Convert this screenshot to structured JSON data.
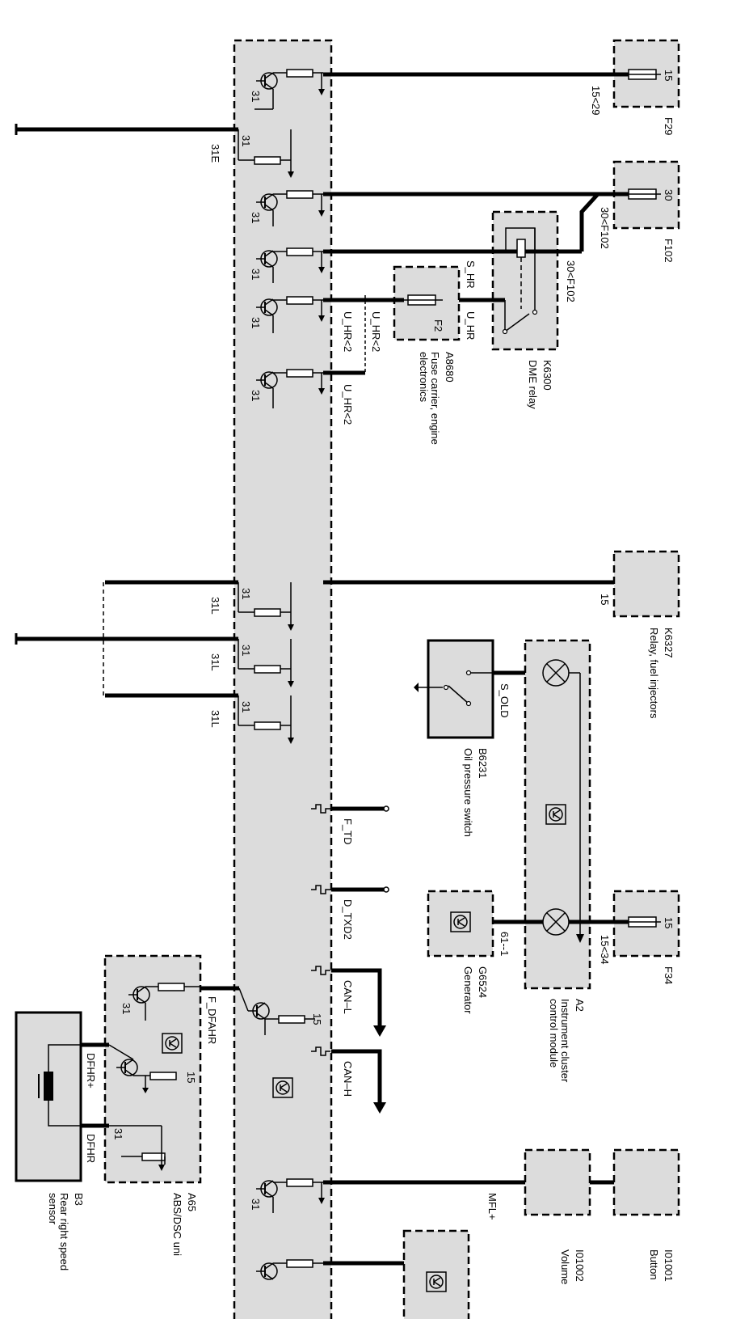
{
  "fuse_f29": {
    "id": "F29",
    "pin": "15",
    "wire": "15<29"
  },
  "fuse_f102": {
    "id": "F102",
    "pin": "30",
    "wire_a": "30<F102",
    "wire_b": "30<F102"
  },
  "relay_k6300": {
    "id": "K6300",
    "name": "DME relay"
  },
  "fuse_carrier_a8680": {
    "id": "A8680",
    "name_line1": "Fuse carrier, engine",
    "name_line2": "electronics",
    "fuse": "F2"
  },
  "relay_k6327": {
    "id": "K6327",
    "name": "Relay, fuel injectors",
    "pin": "15"
  },
  "switch_b6231": {
    "id": "B6231",
    "name": "Oil pressure switch"
  },
  "fuse_f34": {
    "id": "F34",
    "pin": "15",
    "wire": "15<34"
  },
  "module_a2": {
    "id": "A2",
    "name_line1": "Instrument cluster",
    "name_line2": "control module"
  },
  "generator_g6524": {
    "id": "G6524",
    "name": "Generator",
    "wire": "61--1"
  },
  "abs_a65": {
    "id": "A65",
    "name": "ABS/DSC uni"
  },
  "sensor_b3": {
    "id": "B3",
    "name_line1": "Rear right speed",
    "name_line2": "sensor"
  },
  "button_i01001": {
    "id": "I01001",
    "name": "Button"
  },
  "volume_i01002": {
    "id": "I01002",
    "name": "Volume"
  },
  "ground_labels": {
    "g1": "31E",
    "g2": "31L",
    "g3": "31L",
    "g4": "31L"
  },
  "wire_labels": {
    "s_hr": "S_HR",
    "u_hr": "U_HR",
    "u_hr2_a": "U_HR<2",
    "u_hr2_b": "U_HR<2",
    "u_hr2_c": "U_HR<2",
    "s_old": "S_OLD",
    "f_td": "F_TD",
    "d_txd2": "D_TXD2",
    "can_l": "CAN–L",
    "can_h": "CAN–H",
    "f_dfahr": "F_DFAHR",
    "dfhr_plus": "DFHR+",
    "dfhr": "DFHR",
    "mfl_plus": "MFL+"
  },
  "pin_labels": {
    "p31": "31",
    "p15": "15"
  }
}
